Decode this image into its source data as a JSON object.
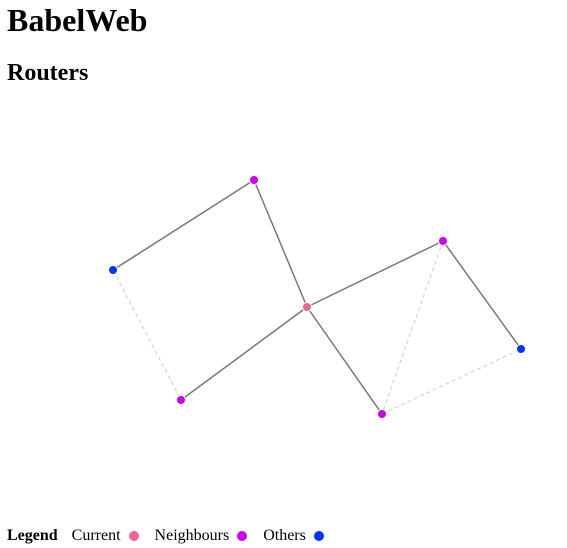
{
  "app": {
    "title": "BabelWeb"
  },
  "section": {
    "title": "Routers"
  },
  "legend": {
    "title": "Legend",
    "items": [
      {
        "label": "Current",
        "color": "#f06292"
      },
      {
        "label": "Neighbours",
        "color": "#cc00ee"
      },
      {
        "label": "Others",
        "color": "#0033ff"
      }
    ]
  },
  "graph": {
    "colors": {
      "active_link": "#777777",
      "inactive_link": "#cccccc"
    },
    "nodes": [
      {
        "id": "current",
        "kind": "current"
      },
      {
        "id": "n-top",
        "kind": "neighbour"
      },
      {
        "id": "n-left-bottom",
        "kind": "neighbour"
      },
      {
        "id": "n-right-top",
        "kind": "neighbour"
      },
      {
        "id": "n-right-bottom",
        "kind": "neighbour"
      },
      {
        "id": "o-left",
        "kind": "other"
      },
      {
        "id": "o-right",
        "kind": "other"
      }
    ],
    "links": [
      {
        "from": "o-left",
        "to": "n-top",
        "style": "solid"
      },
      {
        "from": "n-top",
        "to": "current",
        "style": "solid"
      },
      {
        "from": "current",
        "to": "n-left-bottom",
        "style": "solid"
      },
      {
        "from": "current",
        "to": "n-right-top",
        "style": "solid"
      },
      {
        "from": "current",
        "to": "n-right-bottom",
        "style": "solid"
      },
      {
        "from": "n-right-top",
        "to": "o-right",
        "style": "solid"
      },
      {
        "from": "o-left",
        "to": "n-left-bottom",
        "style": "dashed"
      },
      {
        "from": "n-right-top",
        "to": "n-right-bottom",
        "style": "dashed"
      },
      {
        "from": "n-right-bottom",
        "to": "o-right",
        "style": "dashed"
      }
    ]
  }
}
